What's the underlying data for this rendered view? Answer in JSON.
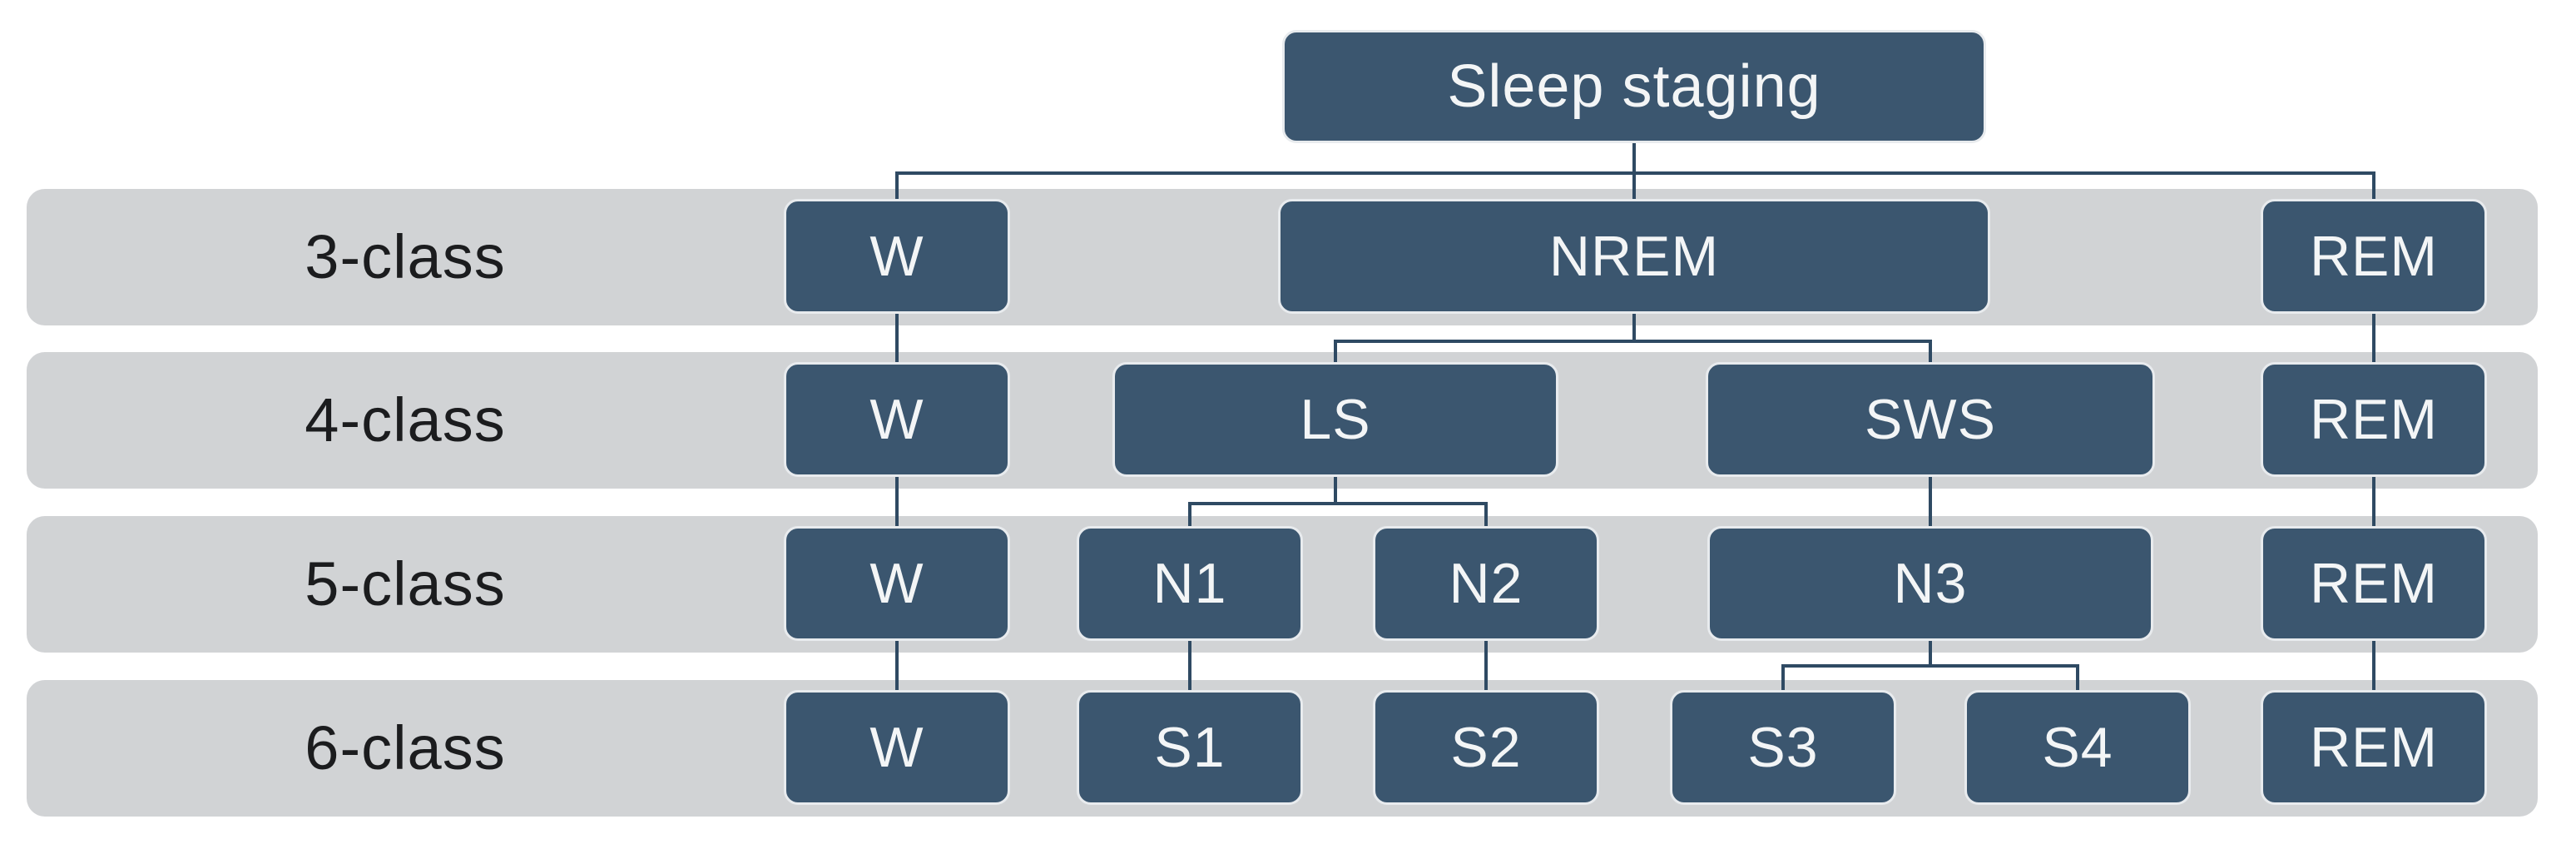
{
  "title": {
    "text": "Sleep staging"
  },
  "rows": [
    {
      "label": "3-class",
      "nodes": [
        {
          "text": "W"
        },
        {
          "text": "NREM"
        },
        {
          "text": "REM"
        }
      ]
    },
    {
      "label": "4-class",
      "nodes": [
        {
          "text": "W"
        },
        {
          "text": "LS"
        },
        {
          "text": "SWS"
        },
        {
          "text": "REM"
        }
      ]
    },
    {
      "label": "5-class",
      "nodes": [
        {
          "text": "W"
        },
        {
          "text": "N1"
        },
        {
          "text": "N2"
        },
        {
          "text": "N3"
        },
        {
          "text": "REM"
        }
      ]
    },
    {
      "label": "6-class",
      "nodes": [
        {
          "text": "W"
        },
        {
          "text": "S1"
        },
        {
          "text": "S2"
        },
        {
          "text": "S3"
        },
        {
          "text": "S4"
        },
        {
          "text": "REM"
        }
      ]
    }
  ],
  "hierarchy_edges": [
    {
      "from": "Sleep staging",
      "to": "3-class W"
    },
    {
      "from": "Sleep staging",
      "to": "3-class NREM"
    },
    {
      "from": "Sleep staging",
      "to": "3-class REM"
    },
    {
      "from": "3-class W",
      "to": "4-class W"
    },
    {
      "from": "3-class NREM",
      "to": "4-class LS"
    },
    {
      "from": "3-class NREM",
      "to": "4-class SWS"
    },
    {
      "from": "3-class REM",
      "to": "4-class REM"
    },
    {
      "from": "4-class W",
      "to": "5-class W"
    },
    {
      "from": "4-class LS",
      "to": "5-class N1"
    },
    {
      "from": "4-class LS",
      "to": "5-class N2"
    },
    {
      "from": "4-class SWS",
      "to": "5-class N3"
    },
    {
      "from": "4-class REM",
      "to": "5-class REM"
    },
    {
      "from": "5-class W",
      "to": "6-class W"
    },
    {
      "from": "5-class N1",
      "to": "6-class S1"
    },
    {
      "from": "5-class N2",
      "to": "6-class S2"
    },
    {
      "from": "5-class N3",
      "to": "6-class S3"
    },
    {
      "from": "5-class N3",
      "to": "6-class S4"
    },
    {
      "from": "5-class REM",
      "to": "6-class REM"
    }
  ],
  "colors": {
    "background": "#ffffff",
    "band_fill": "#d1d3d5",
    "node_fill": "#3b566f",
    "node_border": "#e8ebee",
    "node_text": "#f3f5f6",
    "connector": "#2f4a63",
    "label_text": "#1b1c1e"
  }
}
